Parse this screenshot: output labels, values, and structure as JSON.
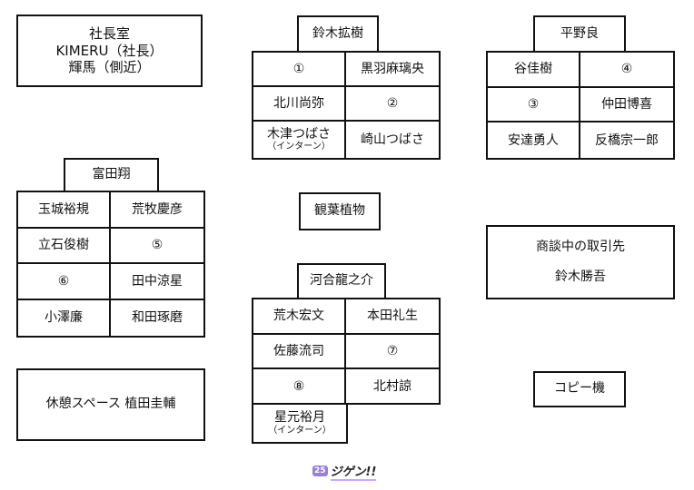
{
  "president_room": {
    "title": "社長室",
    "line2": "KIMERU（社長）",
    "line3": "輝馬（側近）"
  },
  "suzuki_group": {
    "leader": "鈴木拡樹",
    "cells": [
      "①",
      "黒羽麻璃央",
      "北川尚弥",
      "②",
      "木津つばさ",
      "崎山つばさ"
    ],
    "intern_label": "（インターン）"
  },
  "hirano_group": {
    "leader": "平野良",
    "cells": [
      "谷佳樹",
      "④",
      "③",
      "仲田博喜",
      "安達勇人",
      "反橋宗一郎"
    ]
  },
  "tomita_group": {
    "leader": "富田翔",
    "cells": [
      "玉城裕規",
      "荒牧慶彦",
      "立石俊樹",
      "⑤",
      "⑥",
      "田中涼星",
      "小澤廉",
      "和田琢磨"
    ]
  },
  "plant": {
    "label": "観葉植物"
  },
  "client": {
    "line1": "商談中の取引先",
    "line2": "鈴木勝吾"
  },
  "kawai_group": {
    "leader": "河合龍之介",
    "cells": [
      "荒木宏文",
      "本田礼生",
      "佐藤流司",
      "⑦",
      "⑧",
      "北村諒"
    ],
    "intern_name": "星元裕月",
    "intern_label": "（インターン）"
  },
  "break_area": {
    "label": "休憩スペース 植田圭輔"
  },
  "copier": {
    "label": "コピー機"
  },
  "logo": {
    "badge": "25",
    "text": "ジゲン!!"
  }
}
